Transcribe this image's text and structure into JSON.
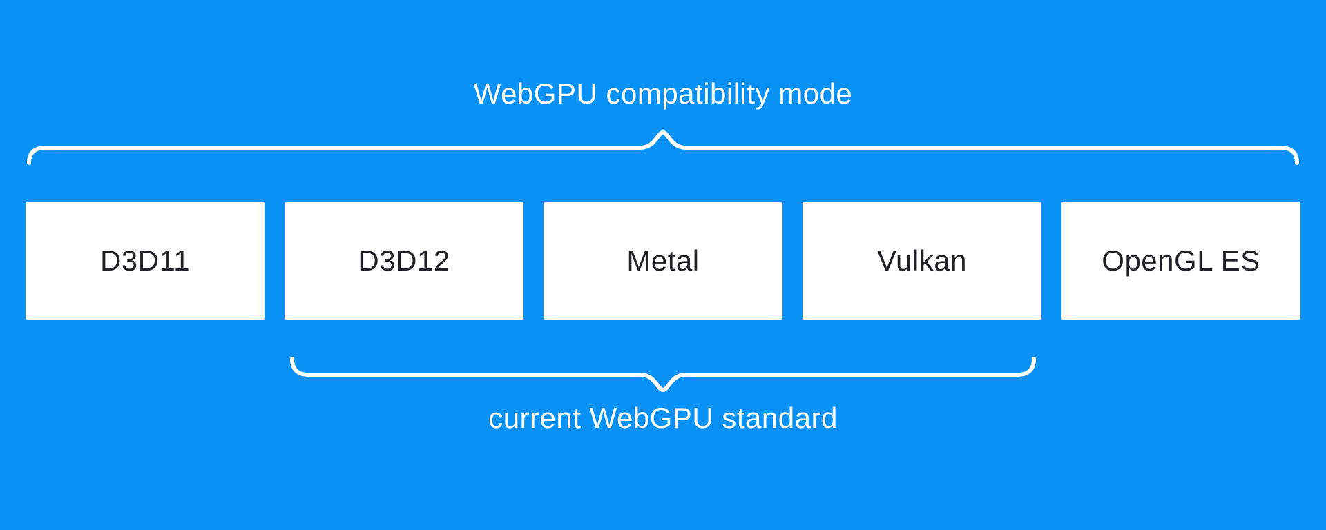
{
  "diagram": {
    "title": "WebGPU compatibility mode",
    "bottom_label": "current WebGPU standard",
    "boxes": [
      {
        "label": "D3D11"
      },
      {
        "label": "D3D12"
      },
      {
        "label": "Metal"
      },
      {
        "label": "Vulkan"
      },
      {
        "label": "OpenGL ES"
      }
    ],
    "top_brace_covers": [
      "D3D11",
      "D3D12",
      "Metal",
      "Vulkan",
      "OpenGL ES"
    ],
    "bottom_brace_covers": [
      "D3D12",
      "Metal",
      "Vulkan"
    ]
  },
  "colors": {
    "background": "#0a91f5",
    "box_background": "#ffffff",
    "box_text": "#202124",
    "label_text": "#ffffff",
    "brace": "#ffffff"
  }
}
